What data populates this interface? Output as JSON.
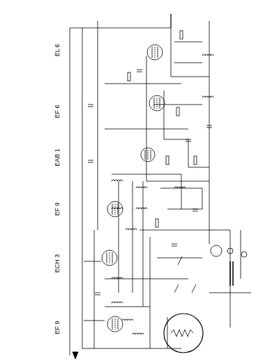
{
  "diagram": {
    "labels": [
      "EL 6",
      "EF 6",
      "EAB 1",
      "EF 9",
      "ECH 3",
      "EF 9"
    ]
  }
}
